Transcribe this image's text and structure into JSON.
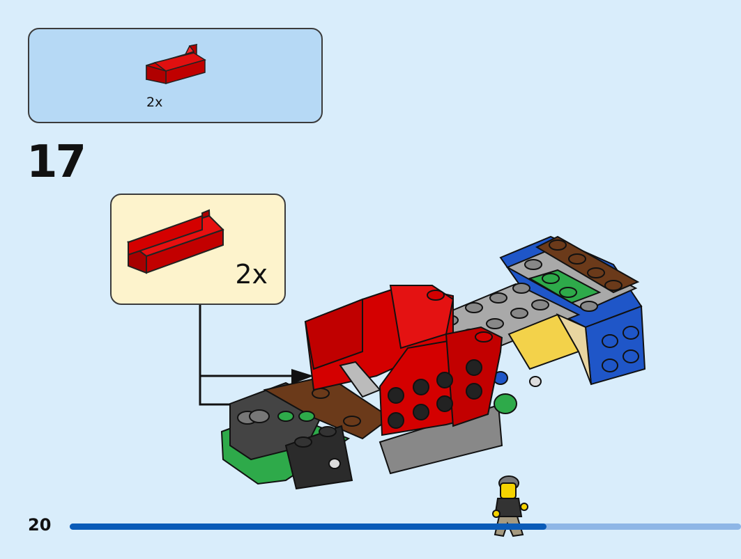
{
  "parts_list": {
    "count_label": "2x"
  },
  "step": {
    "number": "17"
  },
  "callout": {
    "count_label": "2x"
  },
  "footer": {
    "page_number": "20",
    "progress": 0.71
  },
  "colors": {
    "background": "#d9edfb",
    "parts_box": "#b6d9f5",
    "callout_box": "#fdf3cc",
    "brick_red": "#d40000",
    "progress": "#0a5bb8",
    "progress_track": "#8eb6e6"
  }
}
